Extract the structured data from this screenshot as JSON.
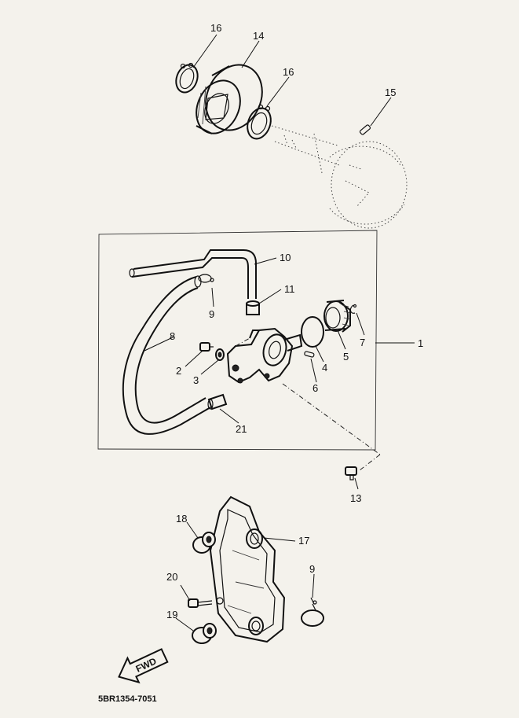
{
  "diagram_code": "5BR1354-7051",
  "fwd_label": "FWD",
  "callouts": [
    {
      "id": "c1",
      "num": "1"
    },
    {
      "id": "c2",
      "num": "2"
    },
    {
      "id": "c3",
      "num": "3"
    },
    {
      "id": "c4",
      "num": "4"
    },
    {
      "id": "c5",
      "num": "5"
    },
    {
      "id": "c6",
      "num": "6"
    },
    {
      "id": "c7",
      "num": "7"
    },
    {
      "id": "c8",
      "num": "8"
    },
    {
      "id": "c9a",
      "num": "9"
    },
    {
      "id": "c9b",
      "num": "9"
    },
    {
      "id": "c10",
      "num": "10"
    },
    {
      "id": "c11",
      "num": "11"
    },
    {
      "id": "c13",
      "num": "13"
    },
    {
      "id": "c14",
      "num": "14"
    },
    {
      "id": "c15",
      "num": "15"
    },
    {
      "id": "c16a",
      "num": "16"
    },
    {
      "id": "c16b",
      "num": "16"
    },
    {
      "id": "c17",
      "num": "17"
    },
    {
      "id": "c18",
      "num": "18"
    },
    {
      "id": "c19",
      "num": "19"
    },
    {
      "id": "c20",
      "num": "20"
    },
    {
      "id": "c21",
      "num": "21"
    }
  ]
}
